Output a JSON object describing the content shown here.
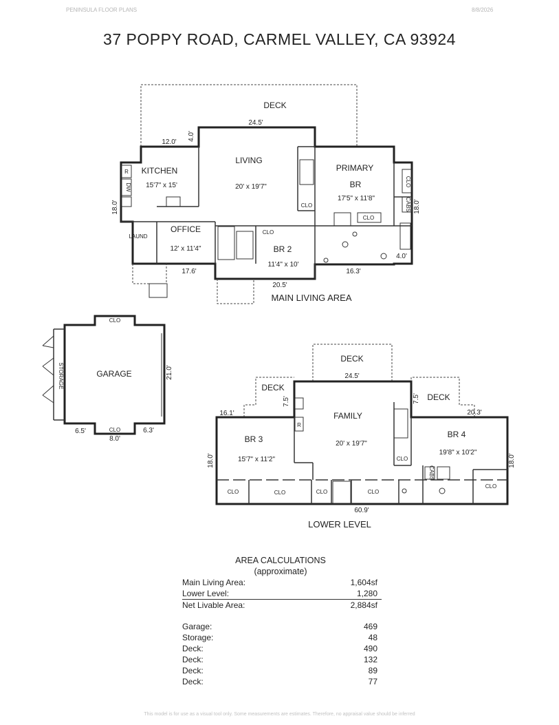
{
  "header": {
    "company": "PENINSULA FLOOR PLANS",
    "date": "8/8/2026"
  },
  "title": "37 POPPY ROAD, CARMEL VALLEY, CA  93924",
  "main_level": {
    "section_label": "MAIN LIVING AREA",
    "rooms": {
      "deck": "DECK",
      "living": "LIVING",
      "living_size": "20' x 19'7\"",
      "kitchen": "KITCHEN",
      "kitchen_size": "15'7\" x 15'",
      "primary_1": "PRIMARY",
      "primary_2": "BR",
      "primary_size": "17'5\" x 11'8\"",
      "office": "OFFICE",
      "office_size": "12' x 11'4\"",
      "br2": "BR 2",
      "br2_size": "11'4\" x 10'",
      "laund": "LAUND"
    },
    "labels": {
      "r": "R",
      "dw": "DW",
      "clo": "CLO",
      "cabs": "CABS"
    },
    "dims": {
      "top": "24.5'",
      "kitchen_top": "12.0'",
      "kitchen_side": "4.0'",
      "left": "18.0'",
      "right": "18.0'",
      "bottom_left": "17.6'",
      "bottom_mid": "20.5'",
      "bottom_right": "16.3'",
      "bath": "4.0'"
    }
  },
  "garage": {
    "name": "GARAGE",
    "storage": "STORAGE",
    "clo": "CLO",
    "dims": {
      "right": "21.0'",
      "bottom_left": "6.5'",
      "bottom_right": "6.3'",
      "bottom": "8.0'"
    }
  },
  "lower_level": {
    "section_label": "LOWER LEVEL",
    "rooms": {
      "deck_top": "DECK",
      "deck_left": "DECK",
      "deck_right": "DECK",
      "family": "FAMILY",
      "family_size": "20' x 19'7\"",
      "br3": "BR 3",
      "br3_size": "15'7\" x 11'2\"",
      "br4": "BR 4",
      "br4_size": "19'8\" x 10'2\""
    },
    "labels": {
      "clo": "CLO",
      "r": "R",
      "cabs": "CABS"
    },
    "dims": {
      "top": "24.5'",
      "left_top": "16.1'",
      "left_dk": "7.5'",
      "right_dk": "7.5'",
      "right_top": "20.3'",
      "left": "18.0'",
      "right": "18.0'",
      "bottom": "60.9'"
    }
  },
  "area_calculations": {
    "heading": "AREA CALCULATIONS",
    "subheading": "(approximate)",
    "rows": [
      {
        "label": "Main Living Area:",
        "value": "1,604sf"
      },
      {
        "label": "Lower Level:",
        "value": "1,280"
      },
      {
        "label": "Net Livable Area:",
        "value": "2,884sf"
      }
    ],
    "other_rows": [
      {
        "label": "Garage:",
        "value": "469"
      },
      {
        "label": "Storage:",
        "value": "48"
      },
      {
        "label": "Deck:",
        "value": "490"
      },
      {
        "label": "Deck:",
        "value": "132"
      },
      {
        "label": "Deck:",
        "value": "89"
      },
      {
        "label": "Deck:",
        "value": "77"
      }
    ]
  },
  "footer": "This model is for use as a visual tool only. Some measurements are estimates. Therefore, no appraisal value should be inferred"
}
